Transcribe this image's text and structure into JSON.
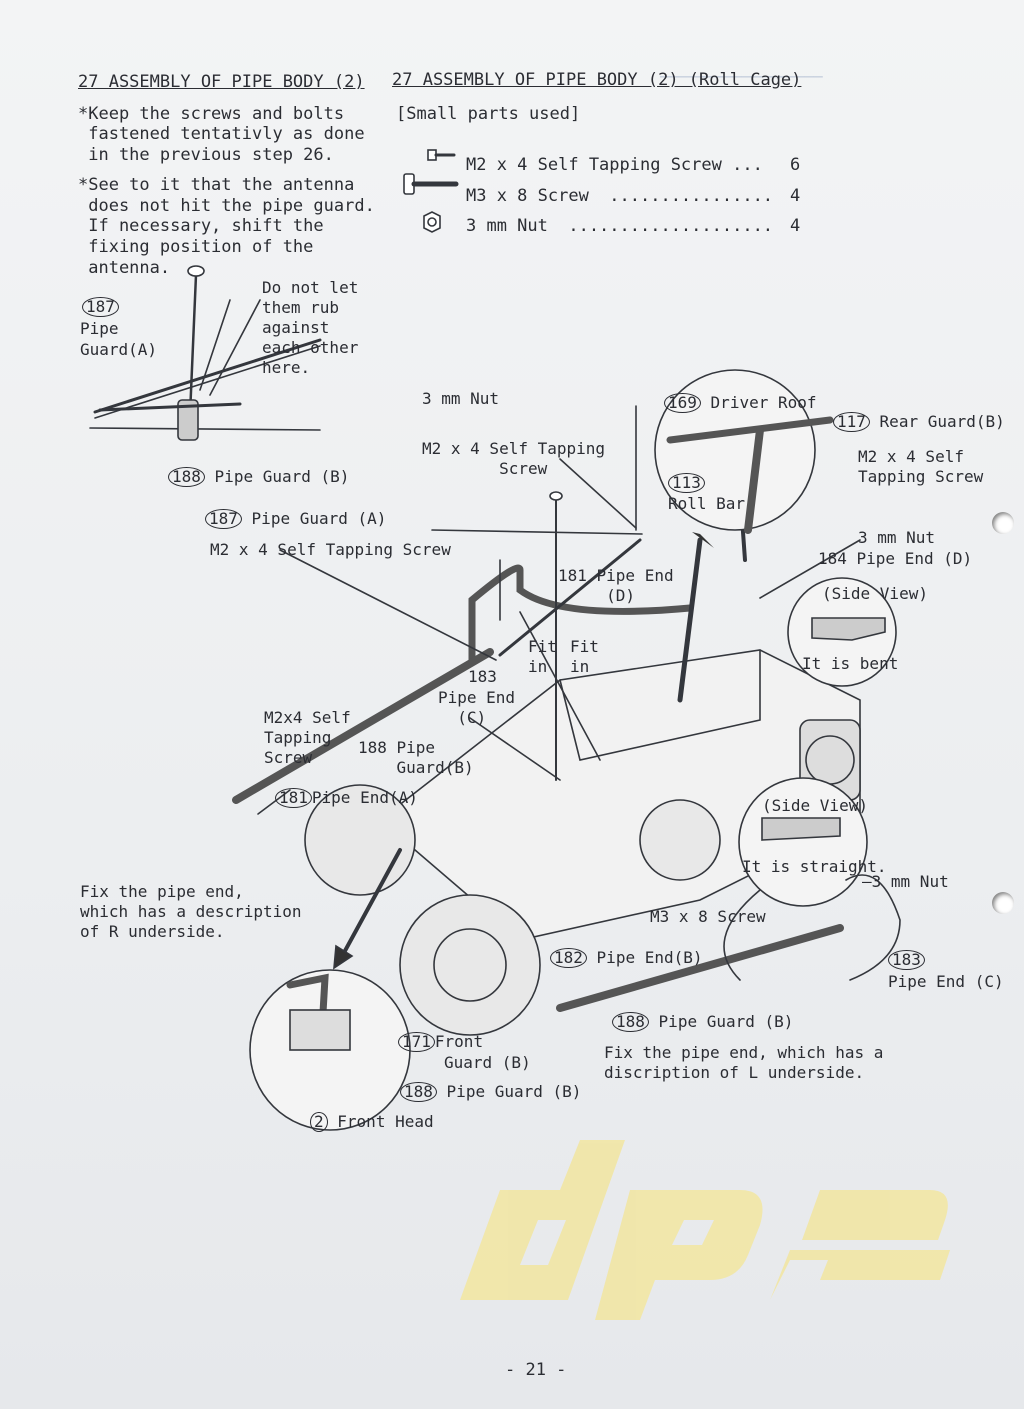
{
  "left_column": {
    "title": "27 ASSEMBLY OF PIPE BODY (2)",
    "note1": [
      "*Keep the screws and bolts",
      " fastened tentativly as done",
      " in the previous step 26."
    ],
    "note2": [
      "*See to it that the antenna",
      " does not hit the pipe guard.",
      " If necessary, shift the",
      " fixing position of the",
      " antenna."
    ]
  },
  "right_column": {
    "title": "27 ASSEMBLY OF PIPE BODY (2) (Roll Cage)",
    "small_parts_heading": "[Small parts used]",
    "parts": [
      {
        "icon": "tapping-screw-icon",
        "name": "M2 x 4 Self Tapping Screw ...",
        "qty": "6"
      },
      {
        "icon": "screw-icon",
        "name": "M3 x 8 Screw  ................",
        "qty": "4"
      },
      {
        "icon": "nut-icon",
        "name": "3 mm Nut  ....................",
        "qty": "4"
      }
    ]
  },
  "callouts": {
    "c187_num": "187",
    "c187_text": [
      "Pipe",
      "Guard(A)"
    ],
    "rub": [
      "Do not let",
      "them rub",
      "against",
      "each other",
      "here."
    ],
    "c188_num": "188",
    "c188_text": "Pipe Guard (B)",
    "c187b_num": "187",
    "c187b_text": "Pipe Guard (A)",
    "m2x4_a": "M2 x 4 Self Tapping Screw",
    "nut_top": "3 mm Nut",
    "m2x4_b": [
      "M2 x 4 Self Tapping",
      "        Screw"
    ],
    "c169_num": "169",
    "c169_text": "Driver Roof",
    "c117_num": "117",
    "c117_text": "Rear Guard(B)",
    "m2x4_c": [
      "M2 x 4 Self",
      "Tapping Screw"
    ],
    "c113_num": "113",
    "c113_text": "Roll Bar",
    "nut_right": "3 mm Nut",
    "c184_text": "184 Pipe End (D)",
    "side_view1": "(Side View)",
    "bent": "It is bent",
    "c181a_text": [
      "181 Pipe End",
      "     (D)"
    ],
    "fit1": [
      "Fit",
      "in"
    ],
    "fit2": [
      "Fit",
      "in"
    ],
    "c183a": [
      "183",
      "Pipe End",
      "  (C)"
    ],
    "m2x4_d": [
      "M2x4 Self",
      "Tapping",
      "Screw"
    ],
    "c188b": [
      "188 Pipe",
      "    Guard(B)"
    ],
    "c181_num": "181",
    "c181_text": "Pipe End(A)",
    "side_view2": "(Side View)",
    "straight": "It is straight.",
    "nut_bottom": "3 mm Nut",
    "fix_r": [
      "Fix the pipe end,",
      "which has a description",
      "of R underside."
    ],
    "m3x8": "M3 x 8 Screw",
    "c182_num": "182",
    "c182_text": "Pipe End(B)",
    "c183_num": "183",
    "c183_text": "Pipe End (C)",
    "c188c_num": "188",
    "c188c_text": "Pipe Guard (B)",
    "fix_l": [
      "Fix the pipe end, which has a",
      "discription of L underside."
    ],
    "c171_num": "171",
    "c171_text": [
      "Front",
      "Guard (B)"
    ],
    "c188d_num": "188",
    "c188d_text": "Pipe Guard (B)",
    "c2_num": "2",
    "c2_text": "Front Head"
  },
  "logo_text": "dpe",
  "page_number": "-  21  -"
}
